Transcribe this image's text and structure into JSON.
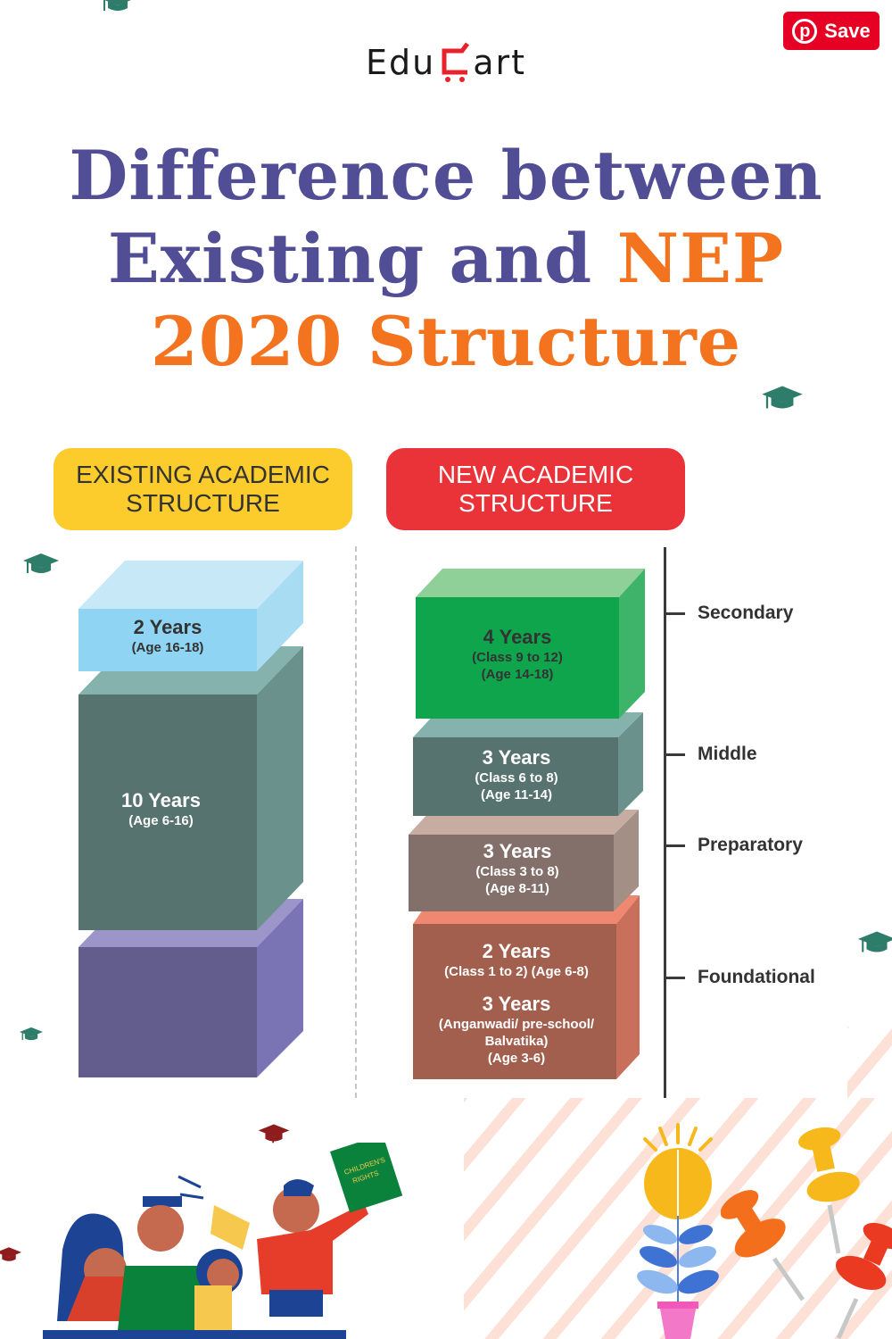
{
  "pin_button": {
    "label": "Save",
    "icon": "pinterest-icon",
    "color": "#e60023"
  },
  "logo": {
    "prefix": "Edu",
    "cart_glyph": "C",
    "suffix": "art",
    "accent": "#e8212b"
  },
  "title": {
    "line1": "Difference between",
    "line2_a": "Existing and ",
    "line2_b": "NEP",
    "line3": "2020 Structure",
    "colors": {
      "primary": "#514e96",
      "accent": "#f3731f"
    }
  },
  "headers": {
    "existing": {
      "line1": "EXISTING ACADEMIC",
      "line2": "STRUCTURE",
      "color": "#fccb2c"
    },
    "new": {
      "line1": "NEW ACADEMIC",
      "line2": "STRUCTURE",
      "color": "#ea3239"
    }
  },
  "existing_blocks": [
    {
      "years": "2 Years",
      "details": [
        "(Age 16-18)"
      ],
      "color": "#8fd4f2"
    },
    {
      "years": "10 Years",
      "details": [
        "(Age 6-16)"
      ],
      "color": "#56736f"
    },
    {
      "years": "",
      "details": [],
      "color": "#625d8c"
    }
  ],
  "new_blocks": [
    {
      "years": "4 Years",
      "details": [
        "(Class 9 to 12)",
        "(Age 14-18)"
      ],
      "color": "#0ea54d"
    },
    {
      "years": "3 Years",
      "details": [
        "(Class 6 to 8)",
        "(Age 11-14)"
      ],
      "color": "#56736f"
    },
    {
      "years": "3 Years",
      "details": [
        "(Class 3 to 8)",
        "(Age 8-11)"
      ],
      "color": "#83706a"
    },
    {
      "years": "2 Years",
      "details": [
        "(Class 1 to 2) (Age 6-8)"
      ],
      "years2": "3 Years",
      "details2": [
        "(Anganwadi/ pre-school/",
        "Balvatika)",
        "(Age 3-6)"
      ],
      "color": "#a35f4e"
    }
  ],
  "stages": [
    "Secondary",
    "Middle",
    "Preparatory",
    "Foundational"
  ],
  "illustration": {
    "book_text": "CHILDREN'S RIGHTS"
  }
}
